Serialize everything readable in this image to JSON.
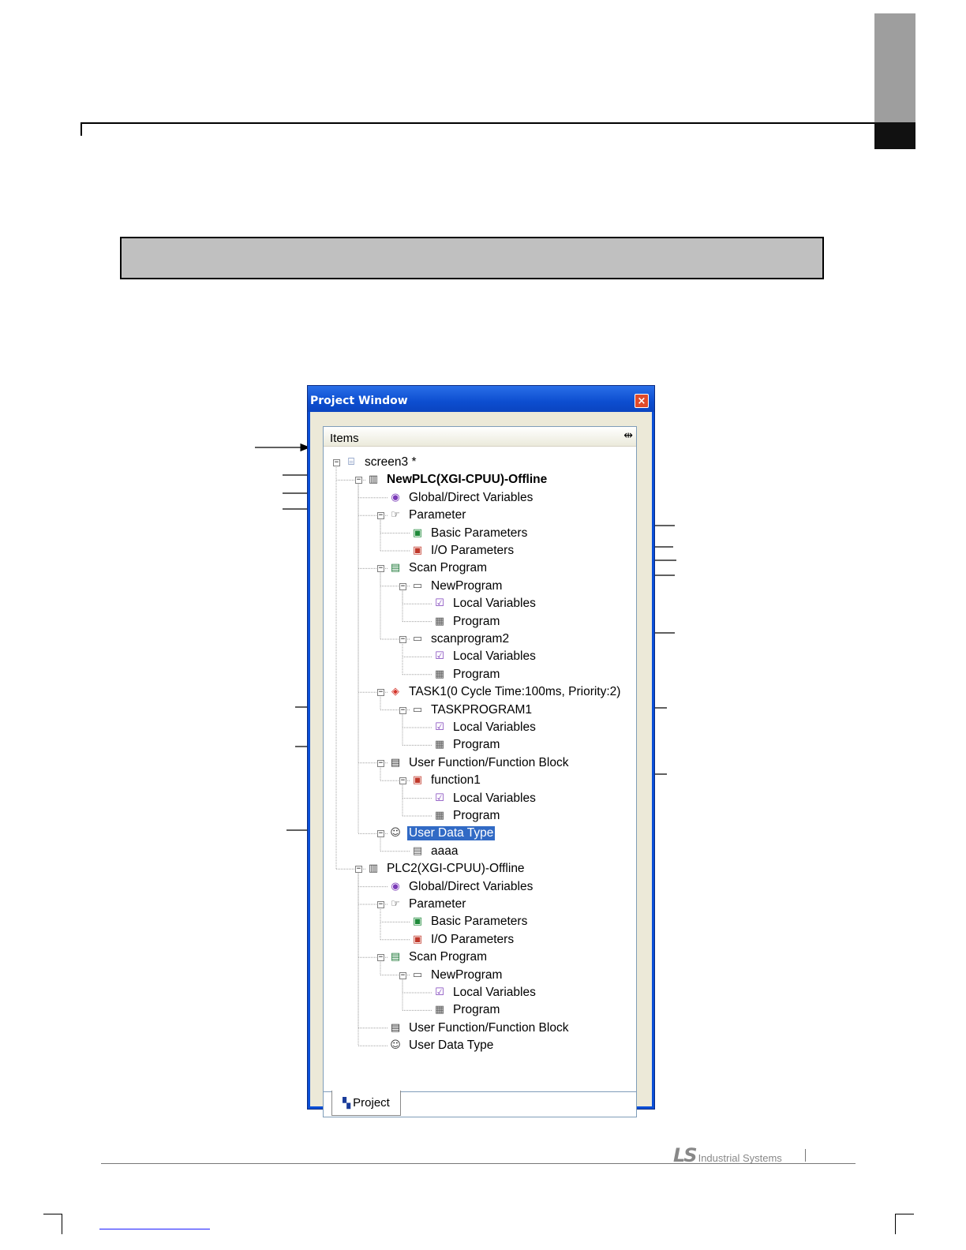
{
  "window": {
    "title": "Project Window",
    "close_symbol": "×",
    "column_header": "Items",
    "tab_label": "Project"
  },
  "logo": {
    "mark": "LS",
    "text": "Industrial Systems"
  },
  "tree": [
    {
      "label": "screen3 *",
      "level": 0,
      "expander": "−",
      "icon": "project-icon",
      "glyph": "⌸",
      "color": "#335599"
    },
    {
      "label": "NewPLC(XGI-CPUU)-Offline",
      "level": 1,
      "expander": "−",
      "icon": "plc-icon",
      "glyph": "▥",
      "color": "#444444",
      "bold": true
    },
    {
      "label": "Global/Direct Variables",
      "level": 2,
      "expander": "",
      "icon": "global-variables-icon",
      "glyph": "◉",
      "color": "#7a3ab8"
    },
    {
      "label": "Parameter",
      "level": 2,
      "expander": "−",
      "icon": "parameter-icon",
      "glyph": "☞",
      "color": "#333333"
    },
    {
      "label": "Basic Parameters",
      "level": 3,
      "expander": "",
      "icon": "basic-parameters-icon",
      "glyph": "▣",
      "color": "#1f8a3a"
    },
    {
      "label": "I/O Parameters",
      "level": 3,
      "expander": "",
      "icon": "io-parameters-icon",
      "glyph": "▣",
      "color": "#c0392b"
    },
    {
      "label": "Scan Program",
      "level": 2,
      "expander": "−",
      "icon": "scan-program-icon",
      "glyph": "▤",
      "color": "#1f7a3a"
    },
    {
      "label": "NewProgram",
      "level": 3,
      "expander": "−",
      "icon": "program-block-icon",
      "glyph": "▭",
      "color": "#555555"
    },
    {
      "label": "Local Variables",
      "level": 4,
      "expander": "",
      "icon": "local-variables-icon",
      "glyph": "☑",
      "color": "#7a3ab8"
    },
    {
      "label": "Program",
      "level": 4,
      "expander": "",
      "icon": "program-icon",
      "glyph": "▦",
      "color": "#555555"
    },
    {
      "label": "scanprogram2",
      "level": 3,
      "expander": "−",
      "icon": "program-block-icon",
      "glyph": "▭",
      "color": "#555555"
    },
    {
      "label": "Local Variables",
      "level": 4,
      "expander": "",
      "icon": "local-variables-icon",
      "glyph": "☑",
      "color": "#7a3ab8"
    },
    {
      "label": "Program",
      "level": 4,
      "expander": "",
      "icon": "program-icon",
      "glyph": "▦",
      "color": "#555555"
    },
    {
      "label": "TASK1(0 Cycle Time:100ms, Priority:2)",
      "level": 2,
      "expander": "−",
      "icon": "task-icon",
      "glyph": "◈",
      "color": "#d4342a"
    },
    {
      "label": "TASKPROGRAM1",
      "level": 3,
      "expander": "−",
      "icon": "program-block-icon",
      "glyph": "▭",
      "color": "#555555"
    },
    {
      "label": "Local Variables",
      "level": 4,
      "expander": "",
      "icon": "local-variables-icon",
      "glyph": "☑",
      "color": "#7a3ab8"
    },
    {
      "label": "Program",
      "level": 4,
      "expander": "",
      "icon": "program-icon",
      "glyph": "▦",
      "color": "#555555"
    },
    {
      "label": "User Function/Function Block",
      "level": 2,
      "expander": "−",
      "icon": "user-function-icon",
      "glyph": "▤",
      "color": "#333333"
    },
    {
      "label": "function1",
      "level": 3,
      "expander": "−",
      "icon": "function-icon",
      "glyph": "▣",
      "color": "#c0392b"
    },
    {
      "label": "Local Variables",
      "level": 4,
      "expander": "",
      "icon": "local-variables-icon",
      "glyph": "☑",
      "color": "#7a3ab8"
    },
    {
      "label": "Program",
      "level": 4,
      "expander": "",
      "icon": "program-icon",
      "glyph": "▦",
      "color": "#555555"
    },
    {
      "label": "User Data Type",
      "level": 2,
      "expander": "−",
      "icon": "user-data-type-icon",
      "glyph": "☺",
      "color": "#333333",
      "selected": true
    },
    {
      "label": "aaaa",
      "level": 3,
      "expander": "",
      "icon": "data-type-icon",
      "glyph": "▤",
      "color": "#555555"
    },
    {
      "label": "PLC2(XGI-CPUU)-Offline",
      "level": 1,
      "expander": "−",
      "icon": "plc-icon",
      "glyph": "▥",
      "color": "#444444"
    },
    {
      "label": "Global/Direct Variables",
      "level": 2,
      "expander": "",
      "icon": "global-variables-icon",
      "glyph": "◉",
      "color": "#7a3ab8"
    },
    {
      "label": "Parameter",
      "level": 2,
      "expander": "−",
      "icon": "parameter-icon",
      "glyph": "☞",
      "color": "#333333"
    },
    {
      "label": "Basic Parameters",
      "level": 3,
      "expander": "",
      "icon": "basic-parameters-icon",
      "glyph": "▣",
      "color": "#1f8a3a"
    },
    {
      "label": "I/O Parameters",
      "level": 3,
      "expander": "",
      "icon": "io-parameters-icon",
      "glyph": "▣",
      "color": "#c0392b"
    },
    {
      "label": "Scan Program",
      "level": 2,
      "expander": "−",
      "icon": "scan-program-icon",
      "glyph": "▤",
      "color": "#1f7a3a"
    },
    {
      "label": "NewProgram",
      "level": 3,
      "expander": "−",
      "icon": "program-block-icon",
      "glyph": "▭",
      "color": "#555555"
    },
    {
      "label": "Local Variables",
      "level": 4,
      "expander": "",
      "icon": "local-variables-icon",
      "glyph": "☑",
      "color": "#7a3ab8"
    },
    {
      "label": "Program",
      "level": 4,
      "expander": "",
      "icon": "program-icon",
      "glyph": "▦",
      "color": "#555555"
    },
    {
      "label": "User Function/Function Block",
      "level": 2,
      "expander": "",
      "icon": "user-function-icon",
      "glyph": "▤",
      "color": "#333333"
    },
    {
      "label": "User Data Type",
      "level": 2,
      "expander": "",
      "icon": "user-data-type-icon",
      "glyph": "☺",
      "color": "#333333"
    }
  ]
}
